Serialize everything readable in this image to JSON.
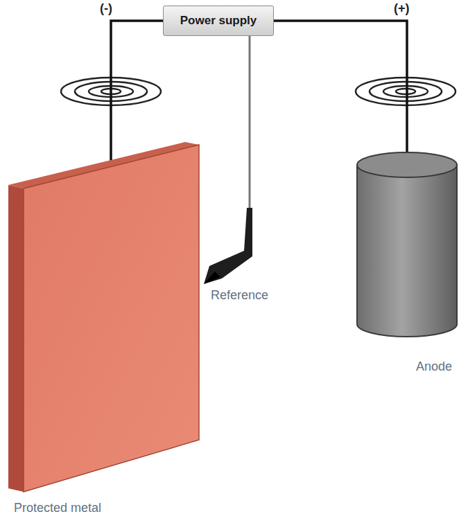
{
  "diagram": {
    "nodes": [
      {
        "text": [
          "Power supply"
        ]
      },
      {
        "text": [
          "Protected metal"
        ]
      },
      {
        "text": [
          "Reference"
        ]
      },
      {
        "text": [
          "Anode"
        ]
      }
    ],
    "edges": [
      {
        "from": 0,
        "to": 1,
        "arrow": "none"
      },
      {
        "from": 0,
        "to": 3,
        "arrow": "none"
      },
      {
        "from": 0,
        "to": 2,
        "arrow": "none"
      }
    ],
    "labels": [
      "(-)",
      "(+)"
    ]
  }
}
